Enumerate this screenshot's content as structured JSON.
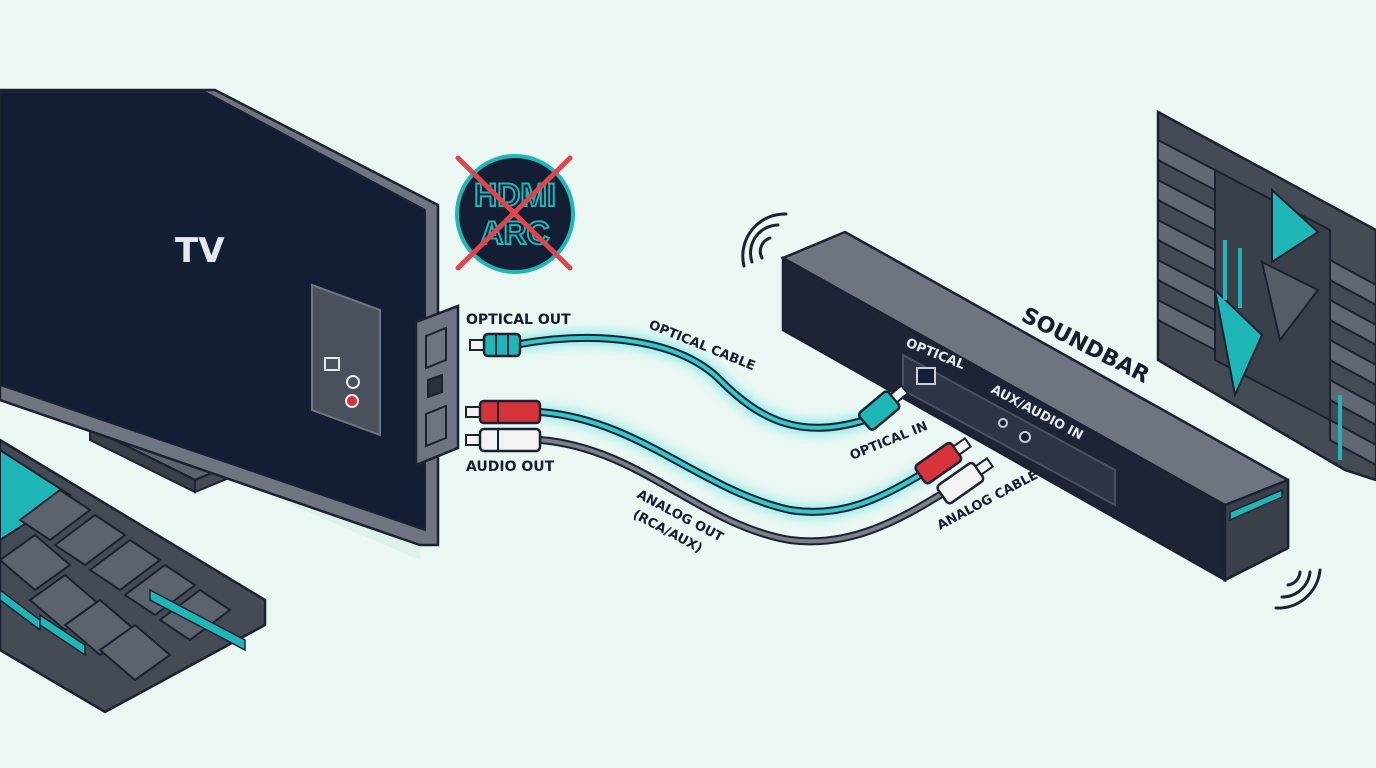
{
  "labels": {
    "tv": "TV",
    "badge_line1": "HDMI",
    "badge_line2": "ARC",
    "optical_out": "OPTICAL OUT",
    "audio_out": "AUDIO OUT",
    "optical_cable": "OPTICAL CABLE",
    "optical_in": "OPTICAL IN",
    "analog_out_line1": "ANALOG OUT",
    "analog_out_line2": "(RCA/AUX)",
    "analog_cable": "ANALOG CABLE",
    "soundbar": "SOUNDBAR",
    "soundbar_optical": "OPTICAL",
    "soundbar_aux": "AUX/AUDIO IN"
  },
  "colors": {
    "background": "#eaf7f2",
    "tv_body": "#131d33",
    "device_gray": "#6e7480",
    "outline": "#1a2130",
    "accent_teal": "#1fb6b8",
    "cable_glow": "#7fe9ea",
    "rca_red": "#d6333b",
    "rca_white": "#f3f3f3",
    "cross_red": "#e0444d"
  },
  "icons": {
    "badge": "no-hdmi-arc-icon",
    "waves": "sound-waves-icon"
  }
}
